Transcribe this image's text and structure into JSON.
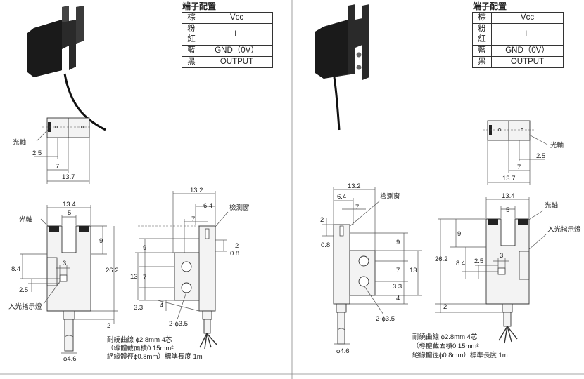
{
  "wiring": {
    "title": "端子配置",
    "rows": [
      {
        "color": "棕",
        "value": "Vcc"
      },
      {
        "color": "粉紅",
        "value": "L"
      },
      {
        "color": "藍",
        "value": "GND（0V）"
      },
      {
        "color": "黑",
        "value": "OUTPUT"
      }
    ]
  },
  "left": {
    "top": {
      "optical_axis": "光軸",
      "dim_2_5": "2.5",
      "dim_7": "7",
      "dim_13_7": "13.7"
    },
    "front": {
      "dim_13_4": "13.4",
      "dim_5": "5",
      "optical_axis": "光軸",
      "dim_9": "9",
      "dim_26_2": "26.2",
      "dim_8_4": "8.4",
      "dim_3": "3",
      "dim_2_5": "2.5",
      "indicator": "入光指示燈",
      "dim_2": "2",
      "dim_4_6": "ϕ4.6"
    },
    "side": {
      "dim_13_2": "13.2",
      "dim_6_4": "6.4",
      "window": "檢測窗",
      "dim_7": "7",
      "dim_2": "2",
      "dim_0_8": "0.8",
      "dim_9": "9",
      "dim_13": "13",
      "dim_7b": "7",
      "dim_3_3": "3.3",
      "dim_4": "4",
      "hole": "2-ϕ3.5"
    },
    "cable": [
      "耐繞曲線 ϕ2.8mm 4芯",
      "（導體截面積0.15mm²",
      "絕緣體徑ϕ0.8mm）標準長度 1m"
    ]
  },
  "right": {
    "top": {
      "optical_axis": "光軸",
      "dim_2_5": "2.5",
      "dim_7": "7",
      "dim_13_7": "13.7"
    },
    "side": {
      "dim_13_2": "13.2",
      "dim_6_4": "6.4",
      "dim_7": "7",
      "window": "檢測窗",
      "dim_2": "2",
      "dim_0_8": "0.8",
      "dim_9": "9",
      "dim_7b": "7",
      "dim_13": "13",
      "dim_3_3": "3.3",
      "dim_4": "4",
      "hole": "2-ϕ3.5",
      "dim_4_6": "ϕ4.6"
    },
    "front": {
      "dim_13_4": "13.4",
      "dim_5": "5",
      "optical_axis": "光軸",
      "indicator": "入光指示燈",
      "dim_9": "9",
      "dim_26_2": "26.2",
      "dim_3": "3",
      "dim_8_4": "8.4",
      "dim_2_5": "2.5",
      "dim_2": "2"
    },
    "cable": [
      "耐繞曲線 ϕ2.8mm 4芯",
      "（導體截面積0.15mm²",
      "絕緣體徑ϕ0.8mm）標準長度 1m"
    ]
  }
}
